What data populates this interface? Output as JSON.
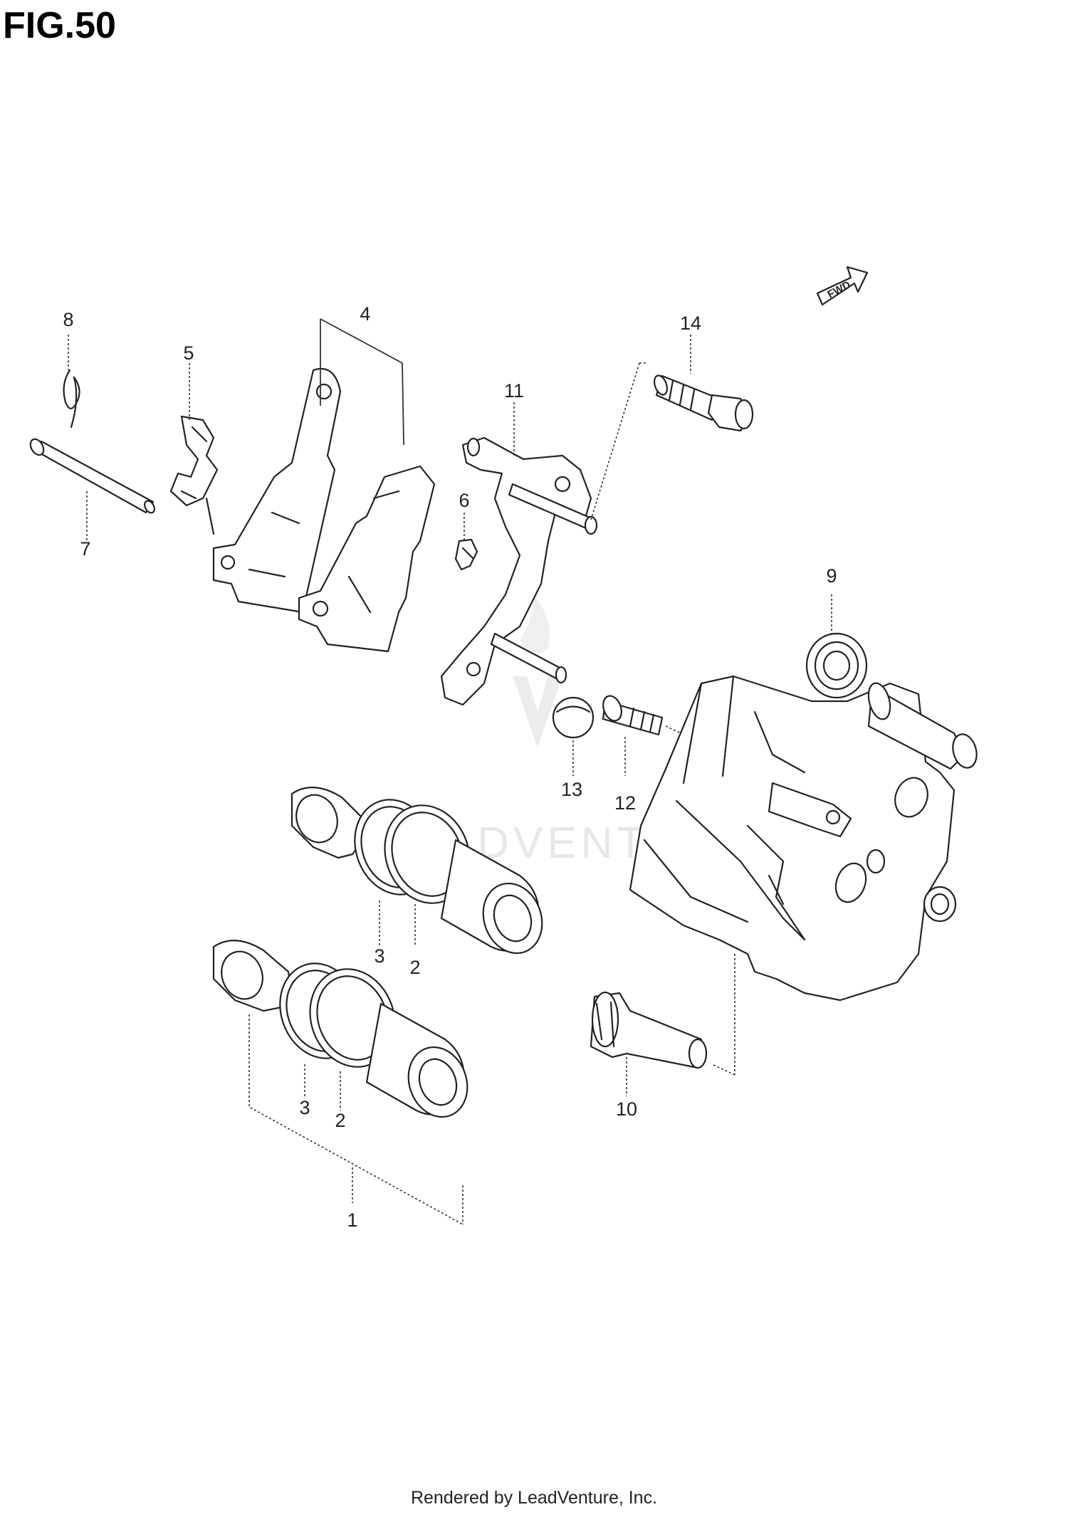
{
  "figure_title": "FIG.50",
  "fwd_label": "FWD",
  "watermark": "LEADVENTURE",
  "footer": "Rendered by LeadVenture, Inc.",
  "callouts": {
    "c1": "1",
    "c2a": "2",
    "c2b": "2",
    "c3a": "3",
    "c3b": "3",
    "c4": "4",
    "c5": "5",
    "c6": "6",
    "c7": "7",
    "c8": "8",
    "c9": "9",
    "c10": "10",
    "c11": "11",
    "c12": "12",
    "c13": "13",
    "c14": "14"
  }
}
